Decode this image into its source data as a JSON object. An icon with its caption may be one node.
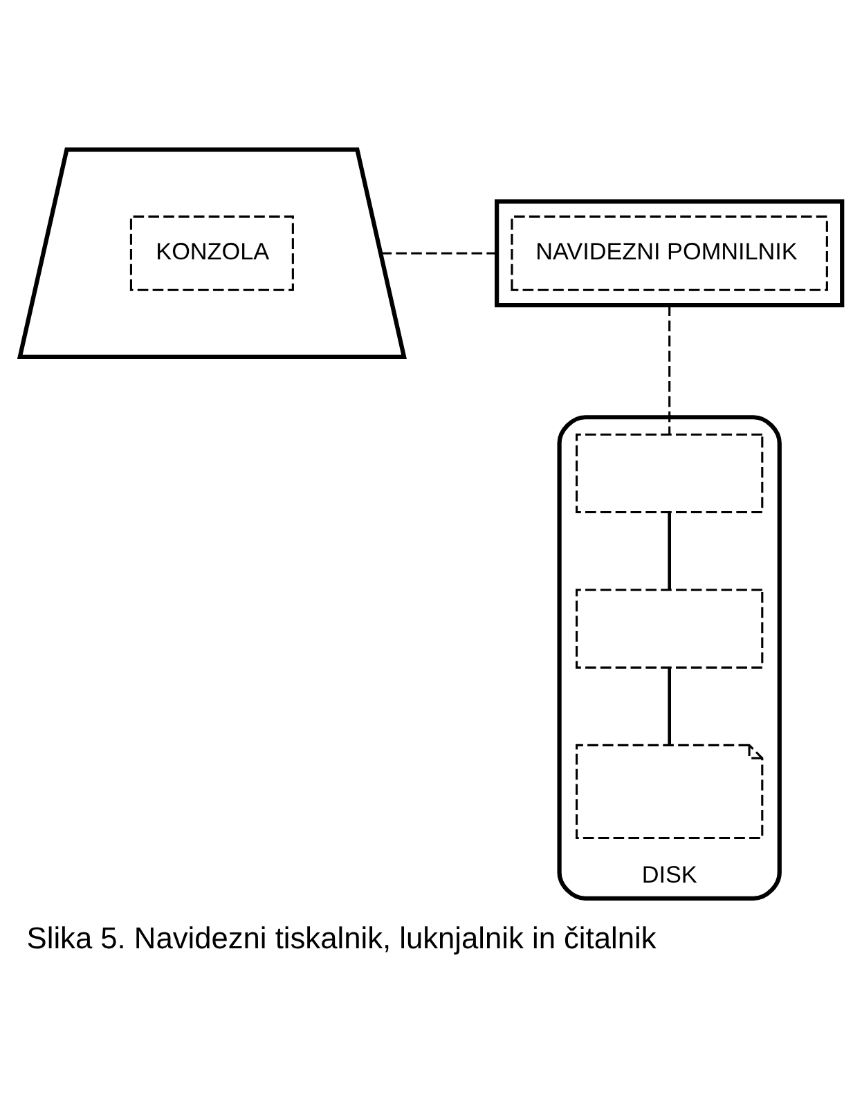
{
  "diagram": {
    "caption": "Slika 5. Navidezni tiskalnik, luknjalnik in čitalnik",
    "nodes": [
      {
        "text": [
          "KONZOLA"
        ]
      },
      {
        "text": [
          "NAVIDEZNI POMNILNIK"
        ]
      },
      {
        "text": [
          "DISK"
        ]
      },
      {
        "text": [],
        "shape": "card",
        "in": 2
      },
      {
        "text": [],
        "shape": "card",
        "in": 2
      },
      {
        "text": [],
        "shape": "document",
        "in": 2
      }
    ],
    "edges": [
      {
        "from": 0,
        "to": 1,
        "arrow": "none",
        "style": "dashed"
      },
      {
        "from": 1,
        "to": 3,
        "arrow": "none",
        "style": "dashed"
      },
      {
        "from": 3,
        "to": 4,
        "arrow": "none"
      },
      {
        "from": 4,
        "to": 5,
        "arrow": "none"
      }
    ]
  }
}
